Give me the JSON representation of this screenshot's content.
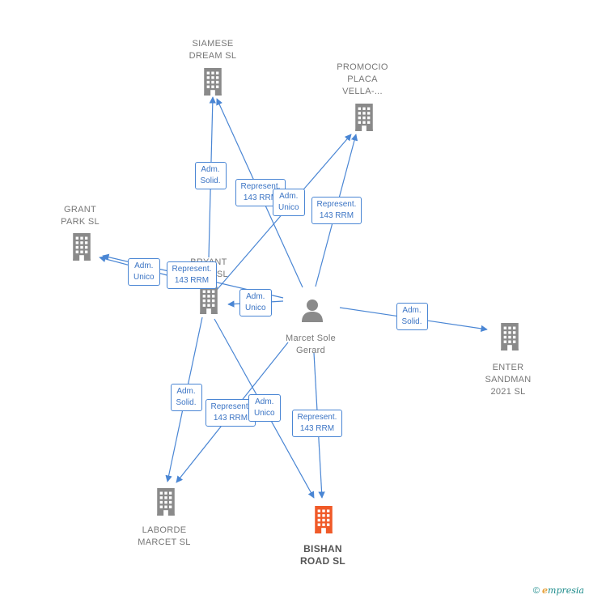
{
  "nodes": [
    {
      "id": "siamese",
      "label_lines": [
        "SIAMESE",
        "DREAM  SL"
      ],
      "type": "company",
      "color": "#8a8a8a"
    },
    {
      "id": "promocio",
      "label_lines": [
        "PROMOCIO",
        "PLACA",
        "VELLA-..."
      ],
      "type": "company",
      "color": "#8a8a8a"
    },
    {
      "id": "grant",
      "label_lines": [
        "GRANT",
        "PARK  SL"
      ],
      "type": "company",
      "color": "#8a8a8a"
    },
    {
      "id": "bryant",
      "label_lines": [
        "BRYANT",
        "PARK SL"
      ],
      "type": "company",
      "color": "#8a8a8a"
    },
    {
      "id": "marcet",
      "label_lines": [
        "Marcet Sole",
        "Gerard"
      ],
      "type": "person",
      "color": "#8a8a8a"
    },
    {
      "id": "enter",
      "label_lines": [
        "ENTER",
        "SANDMAN",
        "2021  SL"
      ],
      "type": "company",
      "color": "#8a8a8a"
    },
    {
      "id": "laborde",
      "label_lines": [
        "LABORDE",
        "MARCET SL"
      ],
      "type": "company",
      "color": "#8a8a8a"
    },
    {
      "id": "bishan",
      "label_lines": [
        "BISHAN",
        "ROAD  SL"
      ],
      "type": "company",
      "color": "#f05a28",
      "highlight": true
    }
  ],
  "edges": [
    {
      "from": "bryant",
      "to": "siamese",
      "label_lines": [
        "Adm.",
        "Solid."
      ]
    },
    {
      "from": "marcet",
      "to": "siamese",
      "label_lines": [
        "Represent.",
        "143 RRM"
      ]
    },
    {
      "from": "bryant",
      "to": "promocio",
      "label_lines": [
        "Adm.",
        "Unico"
      ]
    },
    {
      "from": "marcet",
      "to": "promocio",
      "label_lines": [
        "Represent.",
        "143 RRM"
      ]
    },
    {
      "from": "bryant",
      "to": "grant",
      "label_lines": [
        "Adm.",
        "Unico"
      ]
    },
    {
      "from": "marcet",
      "to": "grant",
      "label_lines": [
        "Represent.",
        "143 RRM"
      ]
    },
    {
      "from": "marcet",
      "to": "bryant",
      "label_lines": [
        "Adm.",
        "Unico"
      ]
    },
    {
      "from": "marcet",
      "to": "enter",
      "label_lines": [
        "Adm.",
        "Solid."
      ]
    },
    {
      "from": "bryant",
      "to": "laborde",
      "label_lines": [
        "Adm.",
        "Solid."
      ]
    },
    {
      "from": "marcet",
      "to": "laborde",
      "label_lines": [
        "Represent.",
        "143 RRM"
      ]
    },
    {
      "from": "bryant",
      "to": "bishan",
      "label_lines": [
        "Adm.",
        "Unico"
      ]
    },
    {
      "from": "marcet",
      "to": "bishan",
      "label_lines": [
        "Represent.",
        "143 RRM"
      ]
    }
  ],
  "colors": {
    "edge": "#4a86d4",
    "company": "#8a8a8a",
    "highlight": "#f05a28"
  },
  "footer": {
    "copyright": "©",
    "brand_first": "e",
    "brand_rest": "mpresia"
  }
}
